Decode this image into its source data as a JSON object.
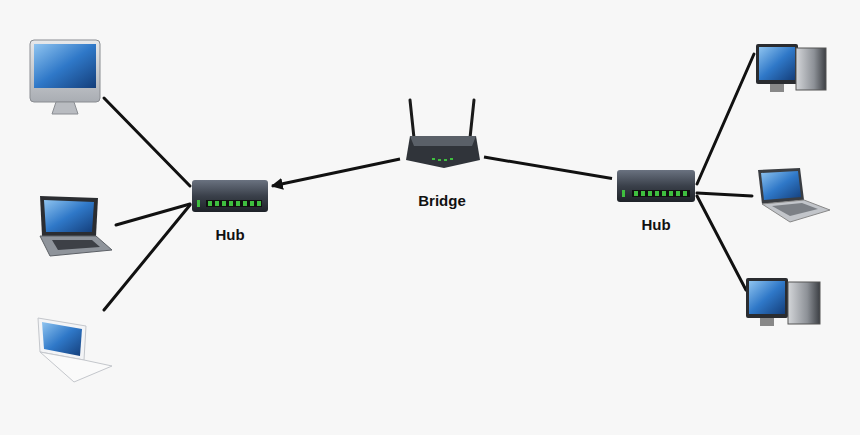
{
  "diagram": {
    "nodes": [
      {
        "text": [
          "Hub"
        ]
      },
      {
        "text": [
          "Bridge"
        ]
      },
      {
        "text": [
          "Hub"
        ]
      }
    ],
    "edges": [
      {
        "from": 1,
        "to": 0,
        "arrow": "to"
      },
      {
        "from": 1,
        "to": 2,
        "arrow": "none"
      }
    ]
  }
}
